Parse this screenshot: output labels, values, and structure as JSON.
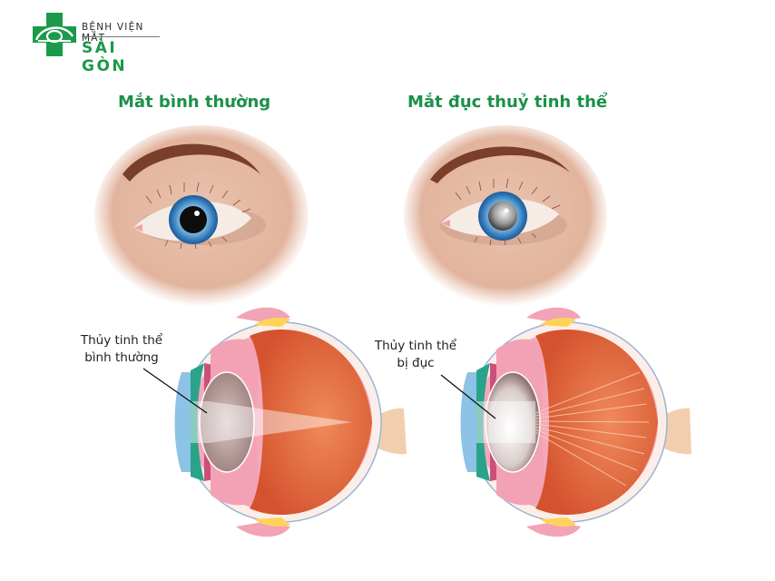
{
  "logo": {
    "line1": "BỆNH VIỆN MẮT",
    "line2": "SÀI GÒN",
    "icon": "eye-cross-icon",
    "color": "#1b9a4a"
  },
  "panels": [
    {
      "title": "Mắt bình thường",
      "label_line1": "Thủy tinh thể",
      "label_line2": "bình thường",
      "pupil": "clear-black",
      "light": "focused-beam"
    },
    {
      "title": "Mắt đục thuỷ tinh thể",
      "label_line1": "Thủy tinh thể",
      "label_line2": "bị đục",
      "pupil": "cloudy-grey",
      "light": "scattered-rays"
    }
  ],
  "colors": {
    "title_green": "#1a9148",
    "skin": "#e8c2ad",
    "brow": "#7a3e2c",
    "iris": "#2f78b8",
    "retina": "#e0603a",
    "sclera_pink": "#f2a3b5"
  }
}
